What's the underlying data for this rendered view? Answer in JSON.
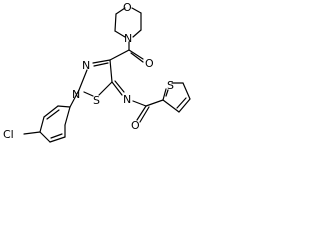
{
  "molecule": {
    "atoms": {
      "morpholine_o": "O",
      "morpholine_n": "N",
      "carbonyl_o_top": "O",
      "ring_n3": "N",
      "ring_n2": "N",
      "ring_s1": "S",
      "imine_n": "N",
      "carbonyl_o_right": "O",
      "thiophene_s": "S",
      "chlorine": "Cl"
    }
  }
}
